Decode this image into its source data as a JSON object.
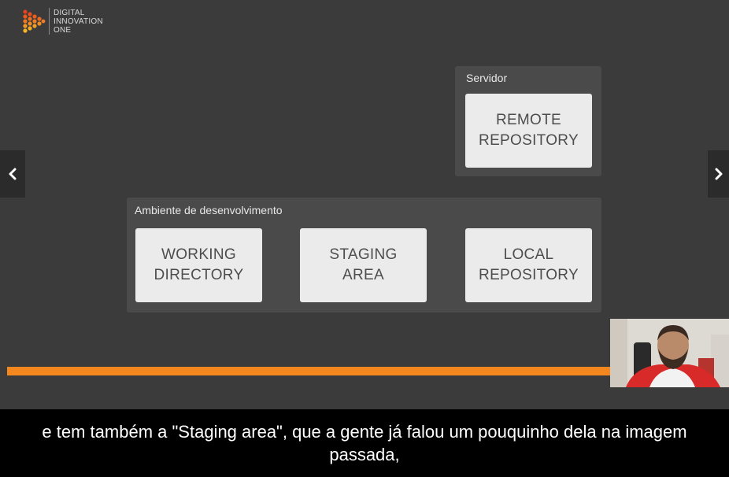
{
  "logo": {
    "line1": "DIGITAL",
    "line2": "INNOVATION",
    "line3": "ONE"
  },
  "colors": {
    "background": "#3b3b3b",
    "group": "#4a4a4a",
    "card": "#ebebeb",
    "card_text": "#4d4d4d",
    "accent": "#f5871f"
  },
  "diagram": {
    "server_group": {
      "label": "Servidor",
      "cards": [
        {
          "label": "REMOTE\nREPOSITORY"
        }
      ]
    },
    "dev_group": {
      "label": "Ambiente de desenvolvimento",
      "cards": [
        {
          "label": "WORKING\nDIRECTORY"
        },
        {
          "label": "STAGING\nAREA"
        },
        {
          "label": "LOCAL\nREPOSITORY"
        }
      ]
    }
  },
  "navigation": {
    "prev_icon": "chevron-left-icon",
    "next_icon": "chevron-right-icon"
  },
  "caption": {
    "text": "e tem também a \"Staging area\", que a gente já falou um pouquinho dela na imagem passada,"
  }
}
